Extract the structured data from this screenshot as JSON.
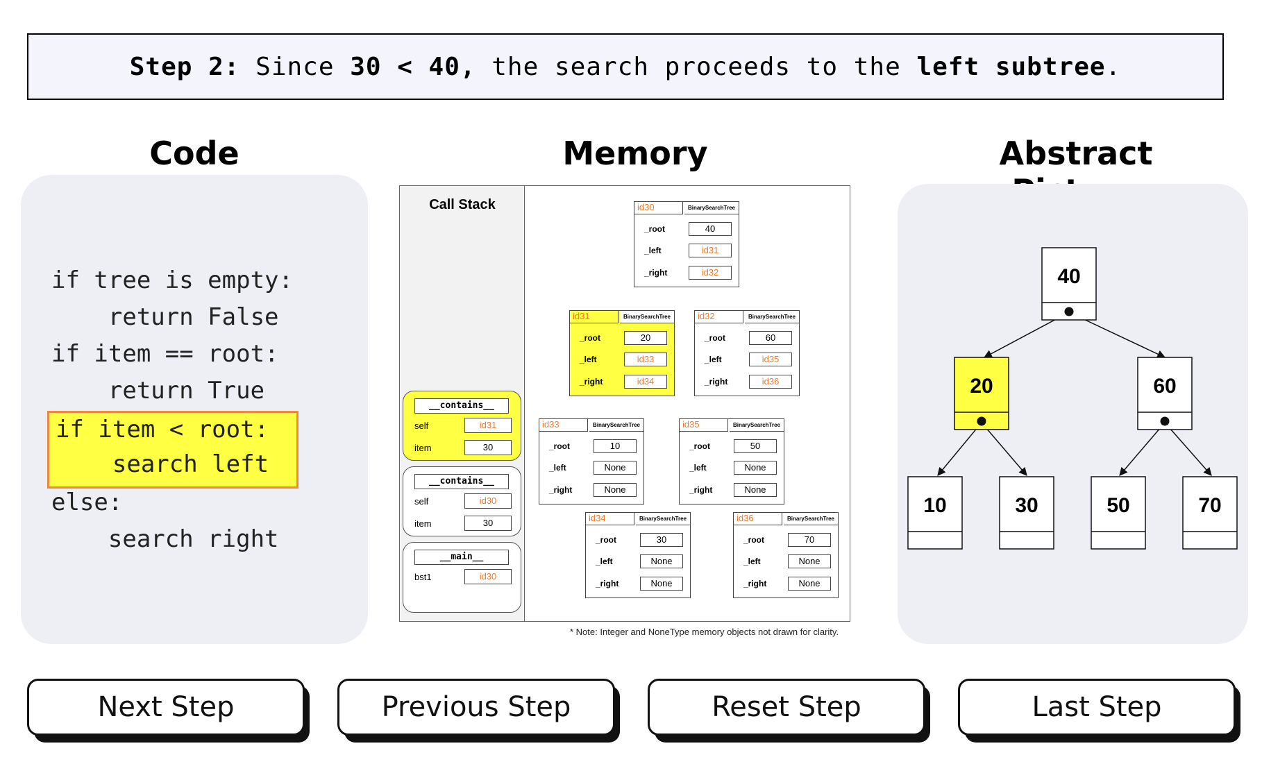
{
  "banner": {
    "step": "Step 2:",
    "t1": " Since ",
    "cond": "30 < 40,",
    "t2": " the search proceeds to the ",
    "target": "left subtree",
    "t3": "."
  },
  "sections": {
    "code": "Code",
    "memory": "Memory",
    "abstract": "Abstract Picture"
  },
  "code_lines": [
    "if tree is empty:",
    "    return False",
    "if item == root:",
    "    return True",
    "if item < root:",
    "    search left",
    "else:",
    "    search right"
  ],
  "memory": {
    "call_stack_title": "Call Stack",
    "frames": [
      {
        "name": "__contains__",
        "labels": [
          "self",
          "item"
        ],
        "values": [
          "id31",
          "30"
        ]
      },
      {
        "name": "__contains__",
        "labels": [
          "self",
          "item"
        ],
        "values": [
          "id30",
          "30"
        ]
      },
      {
        "name": "__main__",
        "labels": [
          "bst1"
        ],
        "values": [
          "id30"
        ]
      }
    ],
    "objects": [
      {
        "id": "id30",
        "type": "BinarySearchTree",
        "root": "40",
        "left": "id31",
        "right": "id32"
      },
      {
        "id": "id31",
        "type": "BinarySearchTree",
        "root": "20",
        "left": "id33",
        "right": "id34"
      },
      {
        "id": "id32",
        "type": "BinarySearchTree",
        "root": "60",
        "left": "id35",
        "right": "id36"
      },
      {
        "id": "id33",
        "type": "BinarySearchTree",
        "root": "10",
        "left": "None",
        "right": "None"
      },
      {
        "id": "id35",
        "type": "BinarySearchTree",
        "root": "50",
        "left": "None",
        "right": "None"
      },
      {
        "id": "id34",
        "type": "BinarySearchTree",
        "root": "30",
        "left": "None",
        "right": "None"
      },
      {
        "id": "id36",
        "type": "BinarySearchTree",
        "root": "70",
        "left": "None",
        "right": "None"
      }
    ],
    "attr_labels": {
      "root": "_root",
      "left": "_left",
      "right": "_right"
    },
    "note": "* Note: Integer and NoneType memory objects not drawn for clarity."
  },
  "tree": {
    "nodes": [
      "40",
      "20",
      "60",
      "10",
      "30",
      "50",
      "70"
    ],
    "highlight_color": "#ffff44"
  },
  "buttons": {
    "next": "Next Step",
    "previous": "Previous Step",
    "reset": "Reset Step",
    "last": "Last Step"
  },
  "colors": {
    "highlight": "#ffff44",
    "highlight_border": "#f0883a",
    "id_text": "#f07a2a",
    "panel_bg": "#eeeff4"
  }
}
